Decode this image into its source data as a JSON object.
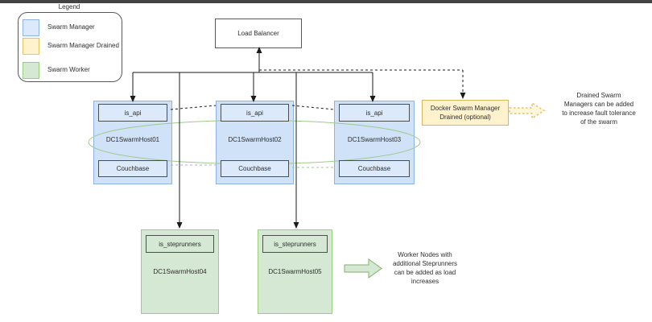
{
  "colors": {
    "topbar": "#434343",
    "blue-fill": "#cfe2f7",
    "blue-inner": "#dbe9fb",
    "blue-border": "#8fb4e3",
    "yellow-fill": "#fff2cc",
    "yellow-border": "#d6b656",
    "yellow-arrow-border": "#e5c35e",
    "yellow-arrow-fill": "#fdf6dd",
    "green-fill": "#d5e8d4",
    "green-border": "#97d077",
    "green-arrow-border": "#82b366",
    "ellipse": "#9fc98a",
    "purple-dash": "#b5a7d6",
    "green-dash": "#97d077",
    "line": "#1a1a1a",
    "box-border": "#595959",
    "inner-border": "#4d4d4d",
    "text": "#2d2d2d"
  },
  "legend": {
    "title": "Legend",
    "items": [
      {
        "label": "Swarm Manager"
      },
      {
        "label": "Swarm Manager Drained"
      },
      {
        "label": "Swarm Worker"
      }
    ]
  },
  "load_balancer": {
    "label": "Load Balancer"
  },
  "managers": [
    {
      "name": "DC1SwarmHost01",
      "api_service": "is_api",
      "db_service": "Couchbase"
    },
    {
      "name": "DC1SwarmHost02",
      "api_service": "is_api",
      "db_service": "Couchbase"
    },
    {
      "name": "DC1SwarmHost03",
      "api_service": "is_api",
      "db_service": "Couchbase"
    }
  ],
  "drained_manager": {
    "label": "Docker Swarm Manager\nDrained (optional)"
  },
  "workers": [
    {
      "name": "DC1SwarmHost04",
      "service": "is_steprunners"
    },
    {
      "name": "DC1SwarmHost05",
      "service": "is_steprunners"
    }
  ],
  "notes": {
    "drained": "Drained Swarm\nManagers can be added\nto increase fault tolerance\nof the swarm",
    "workers": "Worker Nodes with\nadditional Steprunners\ncan be added as load\nincreases"
  }
}
